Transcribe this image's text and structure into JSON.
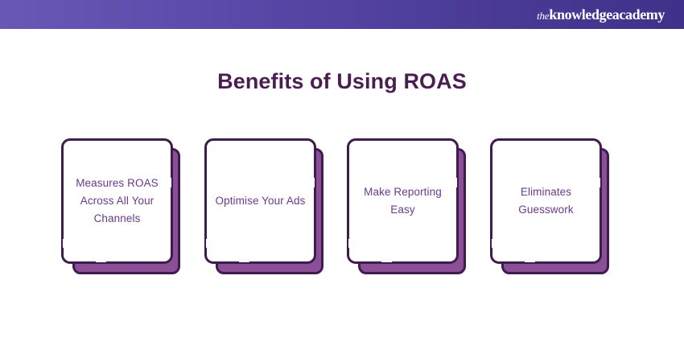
{
  "header": {
    "logo_the": "the",
    "logo_main": "knowledgeacademy",
    "gradient_from": "#6b57b4",
    "gradient_to": "#3f3189"
  },
  "title": "Benefits of Using ROAS",
  "colors": {
    "title": "#4a1f4f",
    "card_border": "#401c4c",
    "card_shadow_fill": "#8a4f97",
    "card_text": "#6b3a8c",
    "card_background": "#ffffff",
    "page_background": "#ffffff"
  },
  "cards": [
    {
      "label": "Measures ROAS Across All Your Channels"
    },
    {
      "label": "Optimise Your Ads"
    },
    {
      "label": "Make Reporting Easy"
    },
    {
      "label": "Eliminates Guesswork"
    }
  ]
}
